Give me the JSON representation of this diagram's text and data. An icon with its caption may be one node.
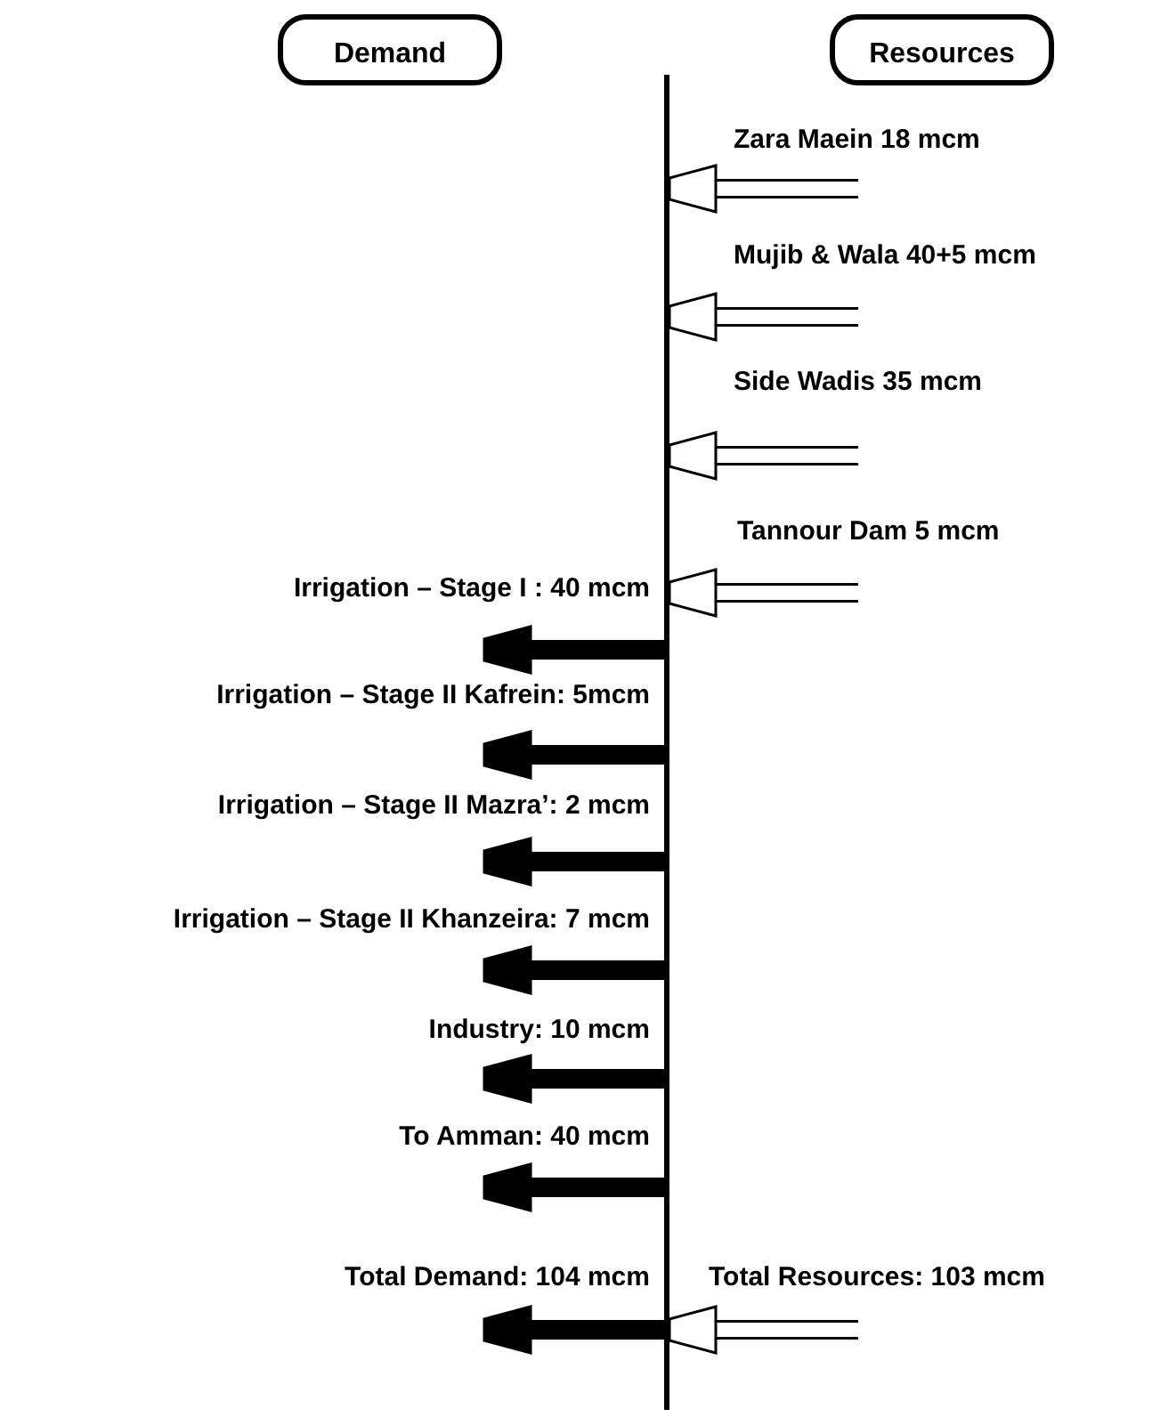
{
  "diagram": {
    "nodes": [
      {
        "text": [
          "Demand"
        ]
      },
      {
        "text": [
          "Resources"
        ]
      },
      {
        "text": [],
        "shape": "bar"
      }
    ],
    "edges": [
      {
        "from": null,
        "to": 2,
        "arrow": "to",
        "label": "Zara Maein 18 mcm",
        "color": "#ffffff"
      },
      {
        "from": null,
        "to": 2,
        "arrow": "to",
        "label": "Mujib & Wala 40+5 mcm",
        "color": "#ffffff"
      },
      {
        "from": null,
        "to": 2,
        "arrow": "to",
        "label": "Side Wadis 35 mcm",
        "color": "#ffffff"
      },
      {
        "from": null,
        "to": 2,
        "arrow": "to",
        "label": "Tannour Dam 5 mcm",
        "color": "#ffffff"
      },
      {
        "from": 2,
        "to": null,
        "arrow": "to",
        "label": "Irrigation – Stage I : 40 mcm"
      },
      {
        "from": 2,
        "to": null,
        "arrow": "to",
        "label": "Irrigation – Stage II Kafrein: 5mcm"
      },
      {
        "from": 2,
        "to": null,
        "arrow": "to",
        "label": "Irrigation – Stage II Mazra’: 2 mcm"
      },
      {
        "from": 2,
        "to": null,
        "arrow": "to",
        "label": "Irrigation – Stage II Khanzeira: 7 mcm"
      },
      {
        "from": 2,
        "to": null,
        "arrow": "to",
        "label": "Industry: 10 mcm"
      },
      {
        "from": 2,
        "to": null,
        "arrow": "to",
        "label": "To Amman: 40 mcm"
      },
      {
        "from": 2,
        "to": null,
        "arrow": "to",
        "label": "Total Demand: 104 mcm"
      },
      {
        "from": null,
        "to": 2,
        "arrow": "to",
        "label": "Total Resources: 103 mcm",
        "color": "#ffffff"
      }
    ]
  }
}
